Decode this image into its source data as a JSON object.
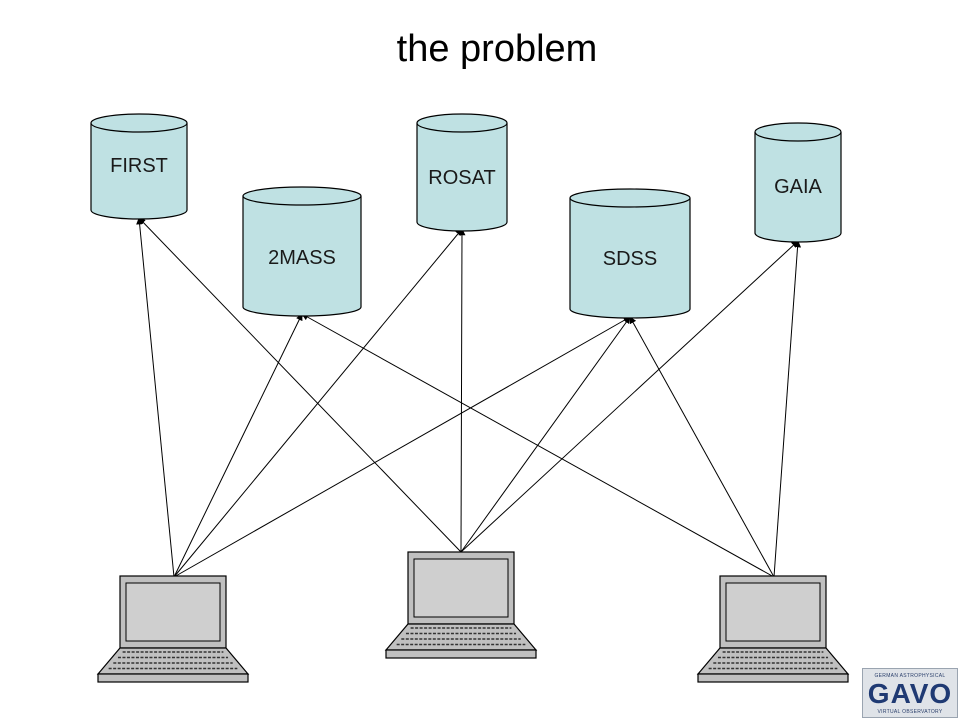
{
  "slide": {
    "title": "the problem"
  },
  "databases": [
    {
      "id": "first",
      "label": "FIRST"
    },
    {
      "id": "2mass",
      "label": "2MASS"
    },
    {
      "id": "rosat",
      "label": "ROSAT"
    },
    {
      "id": "sdss",
      "label": "SDSS"
    },
    {
      "id": "gaia",
      "label": "GAIA"
    }
  ],
  "clients": [
    {
      "id": "laptop-left"
    },
    {
      "id": "laptop-center"
    },
    {
      "id": "laptop-right"
    }
  ],
  "logo": {
    "top_text": "GERMAN ASTROPHYSICAL",
    "main_text": "GAVO",
    "bottom_text": "VIRTUAL OBSERVATORY"
  },
  "colors": {
    "cylinder_fill": "#bfe1e3",
    "line": "#000000",
    "laptop_fill": "#c0c0c0"
  }
}
